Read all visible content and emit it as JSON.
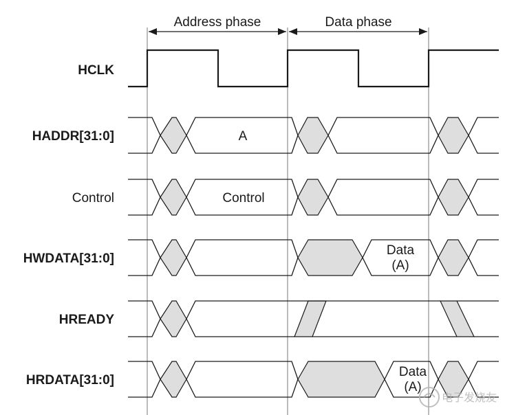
{
  "phases": {
    "address": "Address phase",
    "data": "Data phase"
  },
  "signals": {
    "hclk": "HCLK",
    "haddr": "HADDR[31:0]",
    "control": "Control",
    "hwdata": "HWDATA[31:0]",
    "hready": "HREADY",
    "hrdata": "HRDATA[31:0]"
  },
  "values": {
    "haddr": "A",
    "control": "Control",
    "hwdata_line1": "Data",
    "hwdata_line2": "(A)",
    "hrdata_line1": "Data",
    "hrdata_line2": "(A)"
  },
  "watermark": "电子发烧友",
  "colors": {
    "line": "#1a1a1a",
    "shade": "#dedede"
  }
}
